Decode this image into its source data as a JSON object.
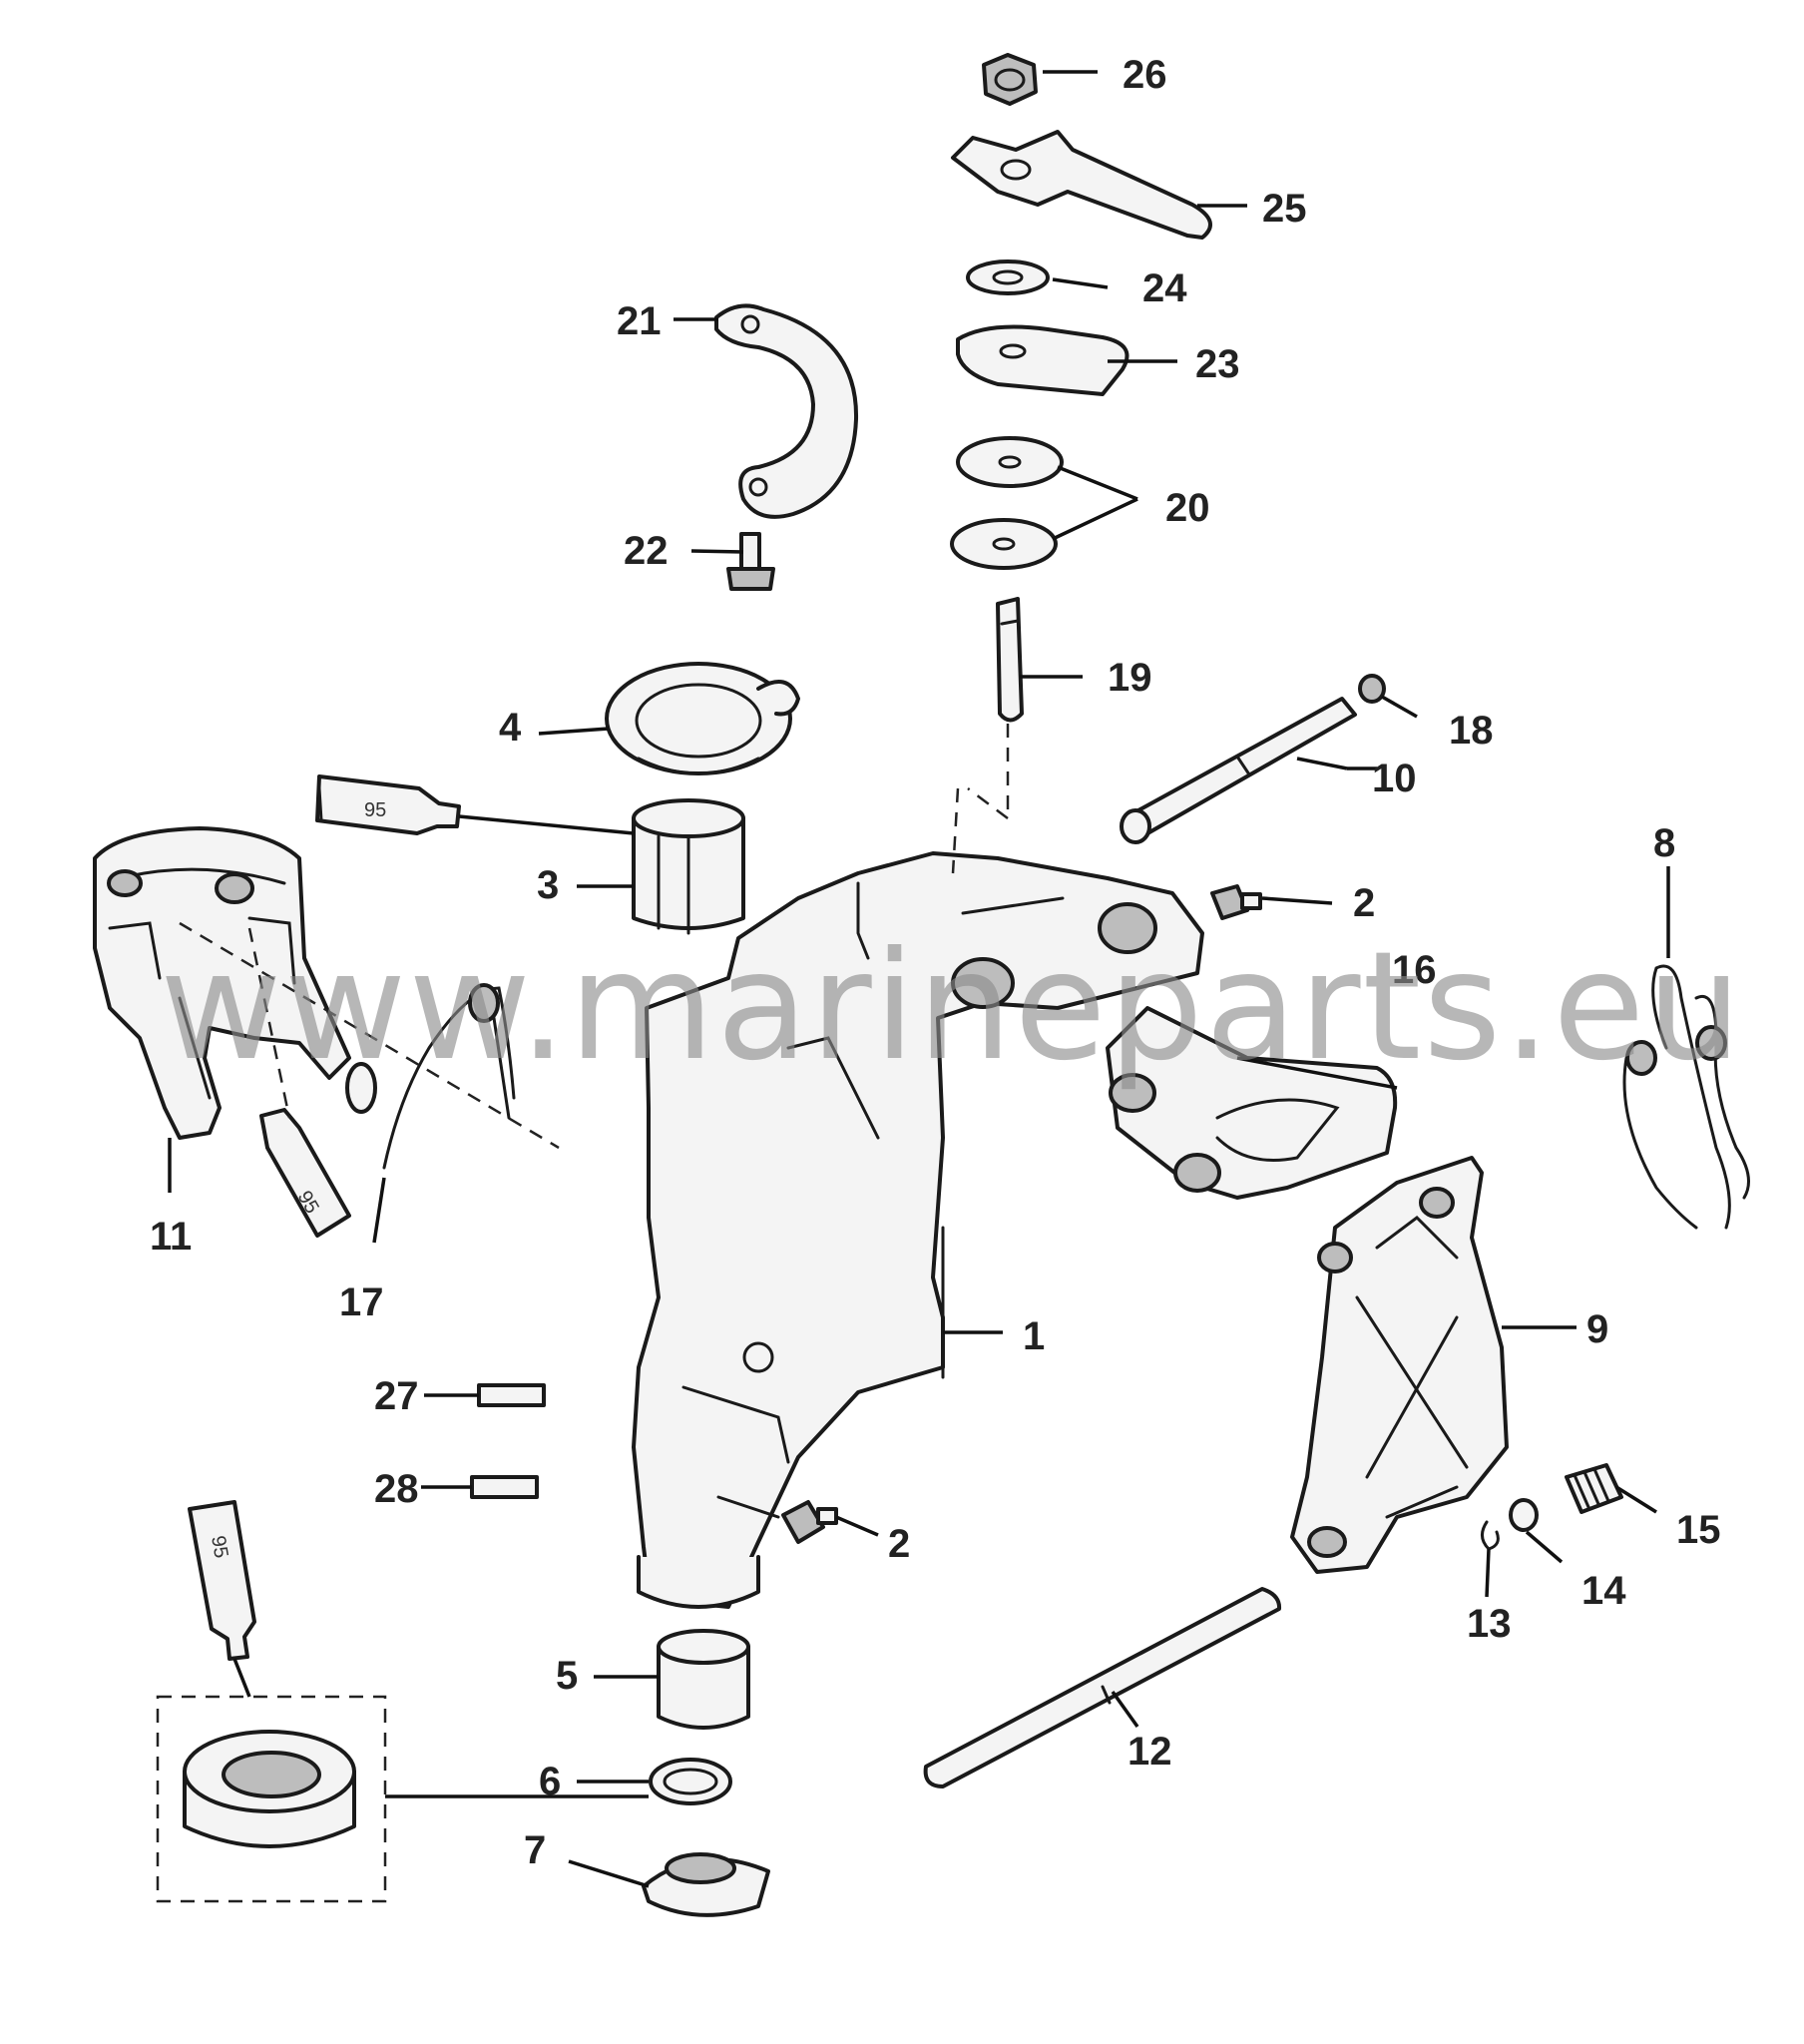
{
  "diagram": {
    "type": "exploded parts diagram",
    "watermark": "www.marineparts.eu",
    "tube_labels": [
      "95",
      "95",
      "95"
    ],
    "part_numbers": [
      "1",
      "2",
      "2",
      "3",
      "4",
      "5",
      "6",
      "7",
      "8",
      "9",
      "10",
      "11",
      "12",
      "13",
      "14",
      "15",
      "16",
      "17",
      "18",
      "19",
      "20",
      "21",
      "22",
      "23",
      "24",
      "25",
      "26",
      "27",
      "28"
    ],
    "colors": {
      "line": "#1a1a1a",
      "fill": "#f4f4f4",
      "shade": "#bdbdbd",
      "watermark": "#8a8a8a"
    }
  }
}
